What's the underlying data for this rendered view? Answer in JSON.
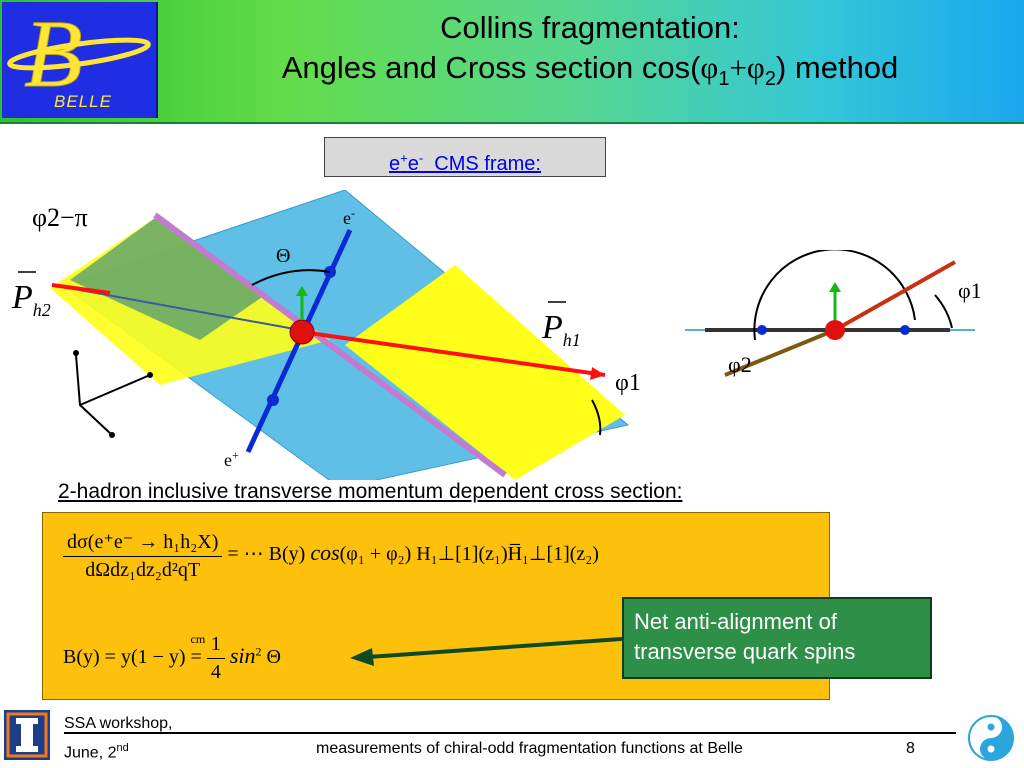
{
  "header": {
    "logo_letter": "B",
    "logo_text": "BELLE",
    "title_line1": "Collins fragmentation:",
    "title_line2_start": "Angles and Cross section cos(",
    "title_phi": "φ",
    "title_sub1": "1",
    "title_plus": "+",
    "title_sub2": "2",
    "title_line2_end": ") method"
  },
  "frame_box": {
    "label_e1": "e",
    "sup1": "+",
    "label_e2": "e",
    "sup2": "-",
    "label_rest": "  CMS frame:"
  },
  "figure": {
    "phi2_minus_pi": "φ2−π",
    "e_minus": "e",
    "e_minus_sup": "-",
    "e_plus": "e",
    "e_plus_sup": "+",
    "theta": "Θ",
    "ph2": "P",
    "ph2_sub": "h2",
    "ph1": "P",
    "ph1_sub": "h1",
    "phi1": "φ1",
    "small_phi1": "φ1",
    "small_phi2": "φ2"
  },
  "caption": "2-hadron inclusive transverse momentum dependent cross section:",
  "formula": {
    "num": "dσ(e⁺e⁻ → h₁h₂X)",
    "den": "dΩdz₁dz₂d²qT",
    "rhs_start": "= ⋯ B(y)",
    "cos": "cos",
    "rhs_phi": "(φ₁ + φ₂)",
    "h1": "H₁⊥[1](z₁)",
    "h1bar": "H̅₁⊥[1](z₂)",
    "b_lhs": "B(y) = y(1 − y)",
    "eq_cm": "=",
    "cm": "cm",
    "frac_num": "1",
    "frac_den": "4",
    "sin": "sin",
    "sin_sup": "2",
    "theta": "Θ"
  },
  "net_box": {
    "line1": "Net anti-alignment of",
    "line2": "transverse quark spins"
  },
  "footer": {
    "left_line1": "SSA workshop,",
    "left_line2": "June, 2",
    "left_sup": "nd",
    "center": "measurements of chiral-odd fragmentation functions at Belle",
    "page": "8"
  }
}
